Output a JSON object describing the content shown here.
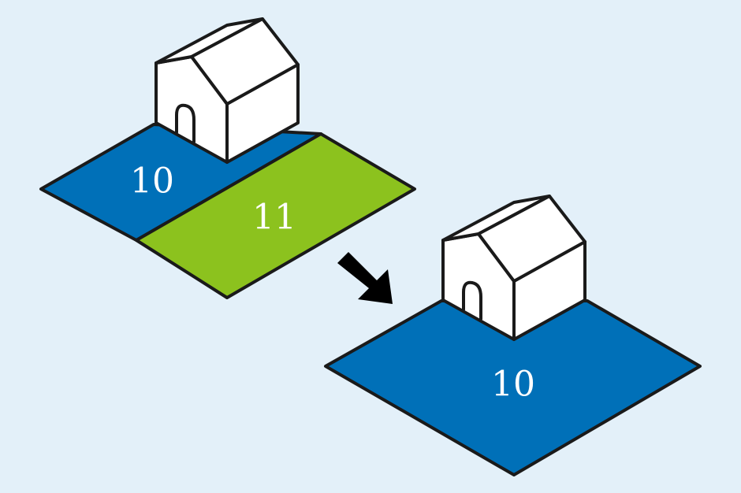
{
  "colors": {
    "background": "#e3f0f9",
    "parcel_blue": "#0070b8",
    "parcel_green": "#8cc21e",
    "house_fill": "#ffffff",
    "outline": "#1a1a1a",
    "arrow": "#000000"
  },
  "before": {
    "parcel_a_label": "10",
    "parcel_b_label": "11"
  },
  "after": {
    "merged_parcel_label": "10"
  },
  "icons": {
    "arrow": "arrow-down-right-icon",
    "house": "house-icon"
  }
}
